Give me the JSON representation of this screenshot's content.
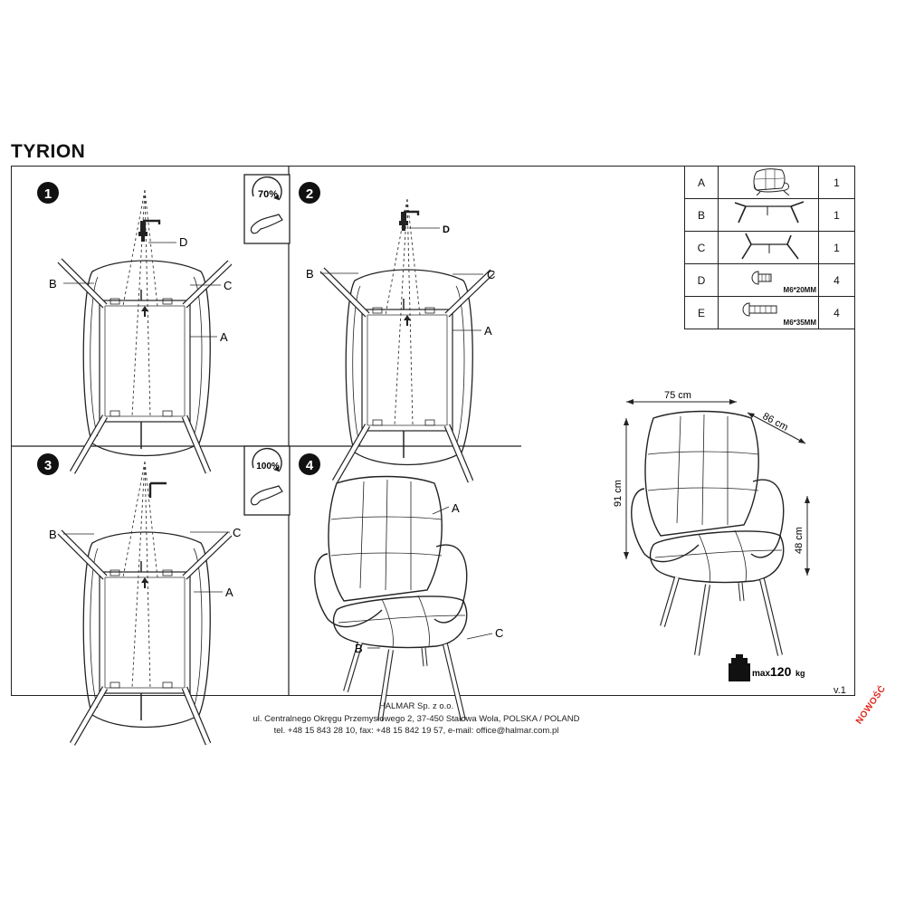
{
  "title": "TYRION",
  "steps": [
    {
      "number": "1",
      "rotate_label": "70%"
    },
    {
      "number": "2"
    },
    {
      "number": "3",
      "rotate_label": "100%"
    },
    {
      "number": "4"
    }
  ],
  "callouts": {
    "a": "A",
    "b": "B",
    "c": "C",
    "d": "D"
  },
  "parts": [
    {
      "letter": "A",
      "spec": "",
      "qty": "1"
    },
    {
      "letter": "B",
      "spec": "",
      "qty": "1"
    },
    {
      "letter": "C",
      "spec": "",
      "qty": "1"
    },
    {
      "letter": "D",
      "spec": "M6*20MM",
      "qty": "4"
    },
    {
      "letter": "E",
      "spec": "M6*35MM",
      "qty": "4"
    }
  ],
  "dimensions": {
    "width": "75 cm",
    "depth": "86 cm",
    "height": "91 cm",
    "seat": "48 cm"
  },
  "max_load": {
    "prefix": "max.",
    "value": "120",
    "unit": "kg"
  },
  "version": "v.1",
  "footer": {
    "company": "HALMAR Sp. z o.o.",
    "address": "ul. Centralnego Okręgu Przemysłowego 2, 37-450 Stalowa Wola, POLSKA / POLAND",
    "contact": "tel. +48 15 843 28 10, fax: +48 15 842 19 57, e-mail: office@halmar.com.pl"
  },
  "stamp": "NOWOŚĆ"
}
